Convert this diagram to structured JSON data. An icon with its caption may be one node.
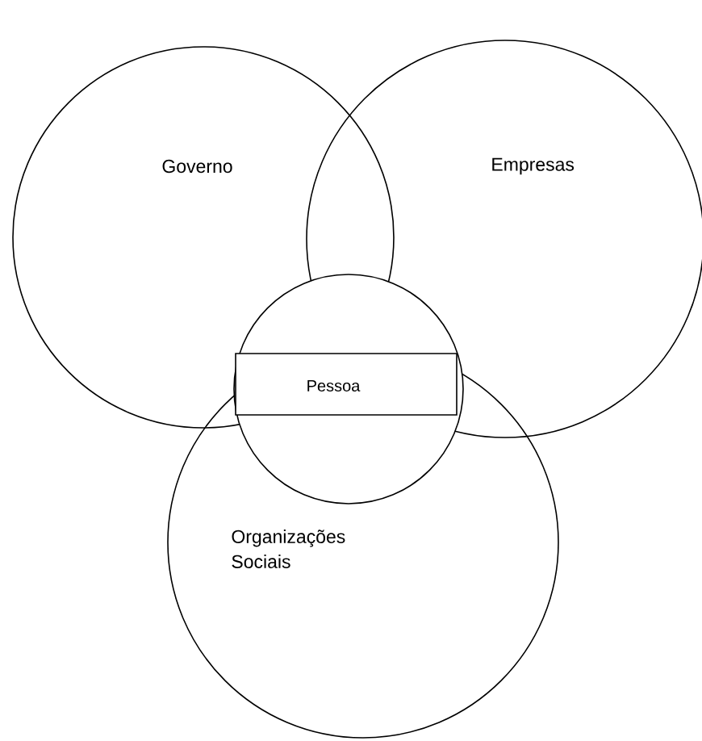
{
  "diagram": {
    "nodes": [
      {
        "text": [
          "Governo"
        ]
      },
      {
        "text": [
          "Empresas"
        ]
      },
      {
        "text": [
          "Organizações Sociais"
        ]
      },
      {
        "text": [],
        "shape": "circle"
      },
      {
        "text": [
          "Pessoa"
        ]
      }
    ]
  }
}
